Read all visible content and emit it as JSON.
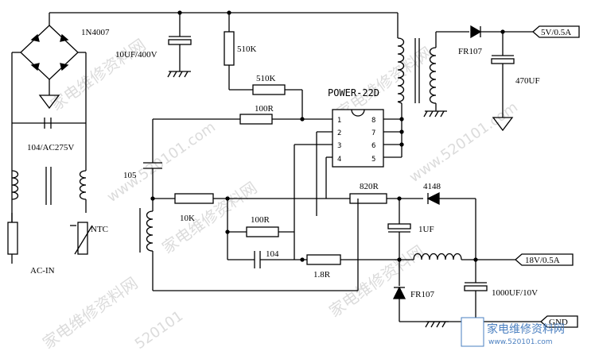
{
  "labels": {
    "rectifier": "1N4007",
    "c_bulk": "10UF/400V",
    "r_start": "510K",
    "r_top": "510K",
    "r_pin1": "100R",
    "ic": "POWER-22D",
    "d_out5v": "FR107",
    "out_5v": "5V/0.5A",
    "c_5v": "470UF",
    "c_x": "104/AC275V",
    "c_105": "105",
    "r_10k": "10K",
    "r_100r_mid": "100R",
    "c_104": "104",
    "r_1_8": "1.8R",
    "r_820": "820R",
    "d_4148": "4148",
    "c_1uf": "1UF",
    "out_18v": "18V/0.5A",
    "d_fr107_low": "FR107",
    "c_1000uf": "1000UF/10V",
    "gnd": "GND",
    "ntc": "NTC",
    "ac_in": "AC-IN"
  },
  "ic_pins": {
    "p1": "1",
    "p2": "2",
    "p3": "3",
    "p4": "4",
    "p8": "8",
    "p7": "7",
    "p6": "6",
    "p5": "5"
  },
  "watermark": {
    "text_cn": "家电维修资料网",
    "text_url": "www.520101.com",
    "text_num": "520101",
    "logo_cn": "家电维修资料网",
    "logo_url": "www.520101.com"
  }
}
